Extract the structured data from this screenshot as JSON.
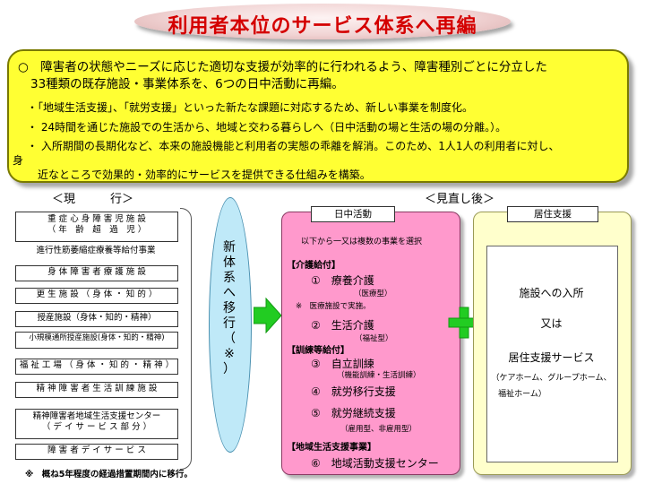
{
  "title": "利用者本位のサービス体系へ再編",
  "summary": {
    "main_line1": "○　障害者の状態やニーズに応じた適切な支援が効率的に行われるよう、障害種別ごとに分立した",
    "main_line2": "33種類の既存施設・事業体系を、6つの日中活動に再編。",
    "bullet1": "・「地域生活支援」、「就労支援」といった新たな課題に対応するため、新しい事業を制度化。",
    "bullet2": "・ 24時間を通じた施設での生活から、地域と交わる暮らしへ（日中活動の場と生活の場の分離。）。",
    "bullet3a": "・ 入所期間の長期化など、本来の施設機能と利用者の実態の乖離を解消。このため、1人1人の利用者に対し、",
    "bullet3b": "身",
    "bullet3c": "近なところで効果的・効率的にサービスを提供できる仕組みを構築。"
  },
  "current": {
    "heading": "＜現　　　行＞",
    "items": [
      {
        "line1": "重 症 心 身 障 害 児 施 設",
        "line2": "（ 年　齢　超　過　児 ）"
      },
      {
        "line1": "進行性筋萎縮症療養等給付事業"
      },
      {
        "line1": "身 体 障 害 者 療 護 施 設"
      },
      {
        "line1": "更 生 施 設 （ 身 体 ・ 知 的 ）"
      },
      {
        "line1": "授産施設（身体・知的・精神）"
      },
      {
        "line1": "小規模通所授産施設(身体・知的・精神)"
      },
      {
        "line1": "福 祉 工 場 （ 身 体 ・ 知 的 ・ 精 神 ）"
      },
      {
        "line1": "精 神 障 害 者 生 活 訓 練 施 設"
      },
      {
        "line1": "精神障害者地域生活支援センター",
        "line2": "（ デ イ サ ー ビ ス 部 分 ）"
      },
      {
        "line1": "障 害 者 デ イ サ ー ビ ス"
      }
    ]
  },
  "transition": {
    "text": [
      "新",
      "体",
      "系",
      "へ",
      "移",
      "行",
      "（",
      "※",
      "）"
    ]
  },
  "review": {
    "heading": "＜見直し後＞",
    "day_activity": {
      "tab": "日中活動",
      "intro": "以下から一又は複数の事業を選択",
      "care_benefit": "【介護給付】",
      "care1": "①　療養介護",
      "care1_note": "（医療型）",
      "care1_note2": "※　医療施設で実施。",
      "care2": "②　生活介護",
      "care2_note": "（福祉型）",
      "training_benefit": "【訓練等給付】",
      "train3": "③　自立訓練",
      "train3_note": "（機能訓練・生活訓練）",
      "train4": "④　就労移行支援",
      "train5": "⑤　就労継続支援",
      "train5_note": "（雇用型、非雇用型）",
      "community": "【地域生活支援事業】",
      "comm6": "⑥　地域活動支援センター"
    },
    "residence": {
      "tab": "居住支援",
      "line1": "施設への入所",
      "line2": "又は",
      "line3": "居住支援サービス",
      "line4": "（ケアホーム、グループホーム、",
      "line5": "福祉ホーム）"
    }
  },
  "footnote": "※　概ね5年程度の経過措置期間内に移行。",
  "colors": {
    "title_red": "#d40000",
    "summary_yellow": "#ffff33",
    "pink_panel": "#ff99cc",
    "residence_panel": "#ffffcc",
    "ellipse_blue": "#bfe9f8",
    "arrow_green": "#22cc22",
    "heading_blue": "#1a1aa0"
  }
}
